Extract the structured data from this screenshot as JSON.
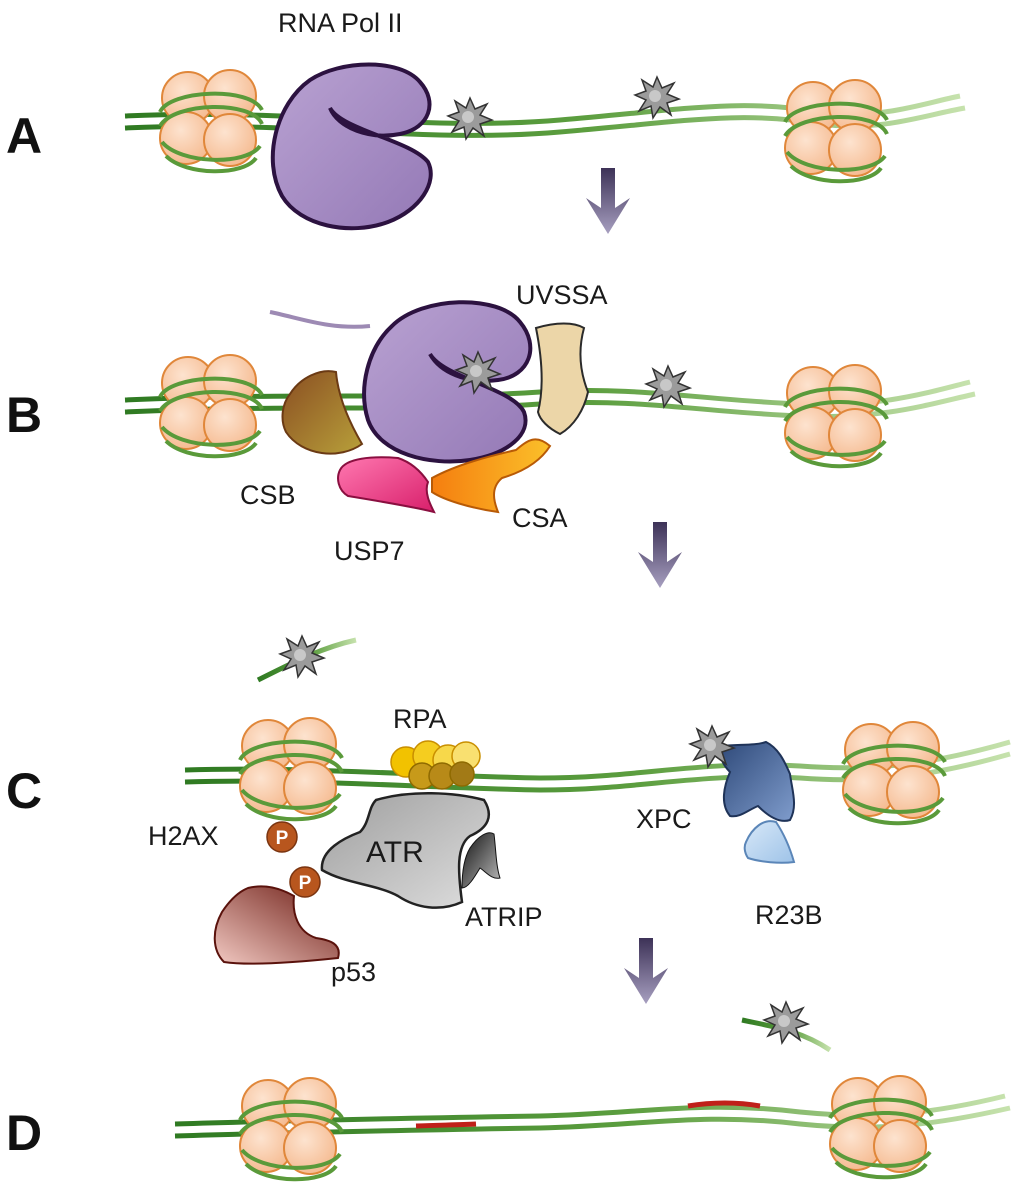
{
  "panels": [
    {
      "letter": "A"
    },
    {
      "letter": "B"
    },
    {
      "letter": "C"
    },
    {
      "letter": "D"
    }
  ],
  "labels": {
    "rna_pol_ii": "RNA Pol II",
    "uvssa": "UVSSA",
    "csb": "CSB",
    "usp7": "USP7",
    "csa": "CSA",
    "rpa": "RPA",
    "h2ax": "H2AX",
    "atr": "ATR",
    "atrip": "ATRIP",
    "p53": "p53",
    "xpc": "XPC",
    "r23b": "R23B",
    "phospho": "P"
  },
  "colors": {
    "dna_dark": "#3f8a2e",
    "dna_light": "#a8cf8a",
    "nucleosome": "#f8c7a2",
    "nucleosome_edge": "#e08a3c",
    "pol_ii": "#a98fc4",
    "pol_ii_edge": "#2e1542",
    "lesion": "#9a9a9a",
    "arrow": "#5e4f78",
    "csb": "#a0602a",
    "usp7": "#e8307a",
    "csa": "#f39a18",
    "uvssa": "#ecd6a8",
    "rpa": "#e8b400",
    "atr": "#b5b5b5",
    "atrip": "#333333",
    "p53": "#8a2e22",
    "phospho": "#b8561e",
    "xpc": "#3e5c8f",
    "r23b": "#b8d4ef",
    "repair_patch": "#c0201a"
  }
}
